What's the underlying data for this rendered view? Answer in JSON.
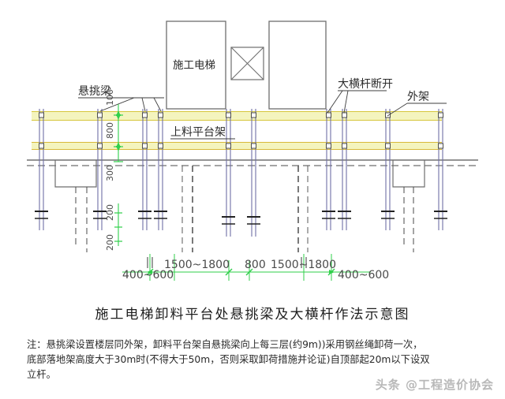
{
  "document": {
    "title": "施工电梯卸料平台处悬挑梁及大横杆作法示意图",
    "watermark": "头条 @工程造价协会"
  },
  "diagram": {
    "labels": {
      "cantilever_beam": "悬挑梁",
      "loading_platform_frame": "上料平台架",
      "big_horizontal_bar_break": "大横杆断开",
      "outer_scaffold": "外架",
      "construction_elevator": "施工电梯"
    },
    "vertical_dimensions": [
      {
        "value": "100",
        "position": "top"
      },
      {
        "value": "800",
        "position": "middle"
      },
      {
        "value": "300",
        "position": "below-slab"
      },
      {
        "value": "200",
        "position": "base-upper"
      },
      {
        "value": "200",
        "position": "base-lower"
      }
    ],
    "horizontal_dimensions": [
      "400~600",
      "1500~1800",
      "800",
      "1500~1800",
      "400~600"
    ],
    "colors": {
      "rail_fill": "#f2f2b8",
      "rail_edge": "#d8c83a",
      "post_stroke": "#6b6ba8",
      "dimension_green": "#2fcf4a",
      "line_dark": "#5a5a5a",
      "outline": "#6e6e6e"
    }
  },
  "notes": {
    "line1": "注：悬挑梁设置楼层同外架，卸料平台架自悬挑梁向上每三层(约9m))采用钢丝绳卸荷一次，",
    "line2": "底部落地架高度大于30m时(不得大于50m，否则采取卸荷措施并论证)自顶部起20m以下设双",
    "line3": "立杆。"
  }
}
